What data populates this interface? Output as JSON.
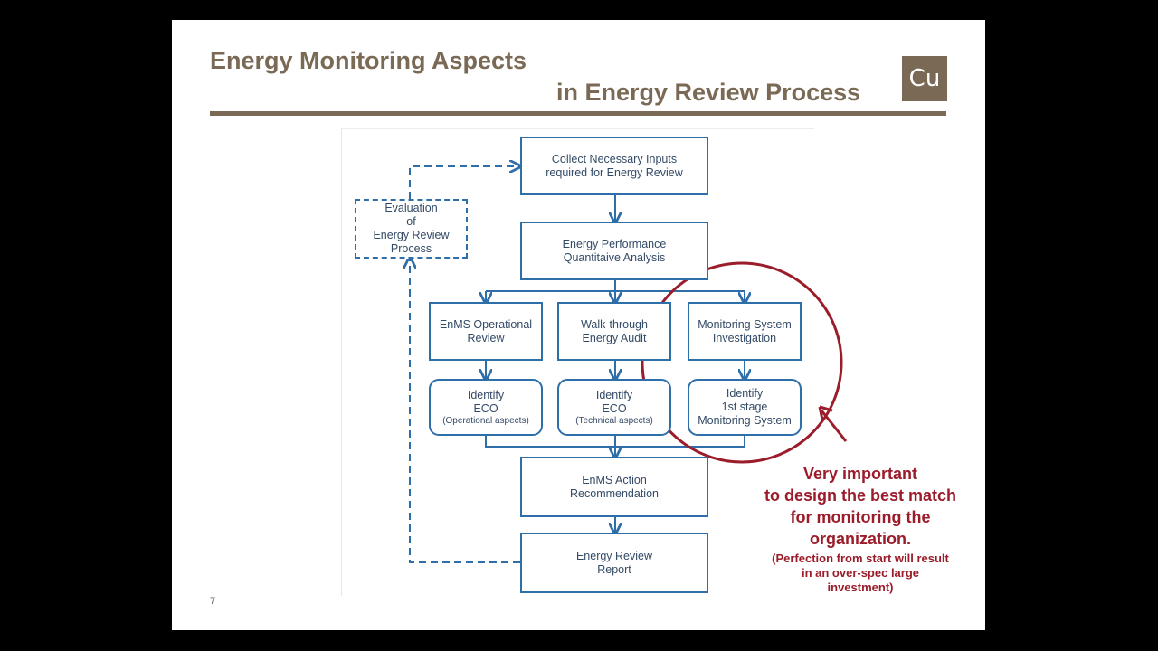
{
  "slide": {
    "title_line1": "Energy Monitoring Aspects",
    "title_line2": "in Energy Review Process",
    "logo_text": "Cu",
    "page_number": "7"
  },
  "diagram": {
    "box_collect": [
      "Collect Necessary Inputs",
      "required for Energy Review"
    ],
    "box_evaluation": [
      "Evaluation",
      "of",
      "Energy Review",
      "Process"
    ],
    "box_performance": [
      "Energy Performance",
      "Quantitaive Analysis"
    ],
    "box_enms_review": [
      "EnMS Operational",
      "Review"
    ],
    "box_walkthrough": [
      "Walk-through",
      "Energy Audit"
    ],
    "box_monitoring": [
      "Monitoring System",
      "Investigation"
    ],
    "box_eco_operational": [
      "Identify",
      "ECO",
      "(Operational aspects)"
    ],
    "box_eco_technical": [
      "Identify",
      "ECO",
      "(Technical aspects)"
    ],
    "box_first_stage": [
      "Identify",
      "1st stage",
      "Monitoring System"
    ],
    "box_action": [
      "EnMS Action",
      "Recommendation"
    ],
    "box_report": [
      "Energy Review",
      "Report"
    ],
    "colors": {
      "box_border": "#2e6faa",
      "text": "#334a66",
      "highlight": "#9b1c2a"
    }
  },
  "callout": {
    "line1": "Very important",
    "line2": "to design the best match",
    "line3": "for monitoring the",
    "line4": "organization.",
    "note1": "(Perfection from start will result",
    "note2": "in an over-spec large",
    "note3": "investment)"
  }
}
